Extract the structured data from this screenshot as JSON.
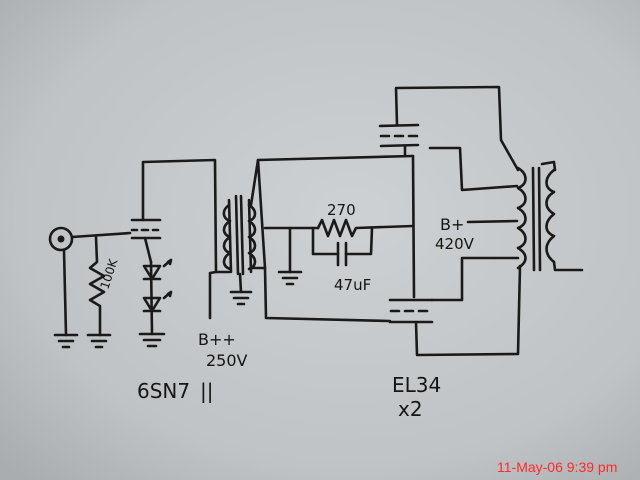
{
  "labels": {
    "r270": "270",
    "r100k": "100K",
    "cap": "47uF",
    "bpp": "B++",
    "v250": "250V",
    "bp": "B+",
    "v420": "420V",
    "tube1": "6SN7",
    "tube1_suffix": "||",
    "tube2": "EL34",
    "tube2_qty": "x2",
    "timestamp": "11-May-06 9:39 pm"
  },
  "colors": {
    "paper": "#c3c7c9",
    "ink": "#1a1a1a",
    "timestamp": "#ff2a2a"
  }
}
